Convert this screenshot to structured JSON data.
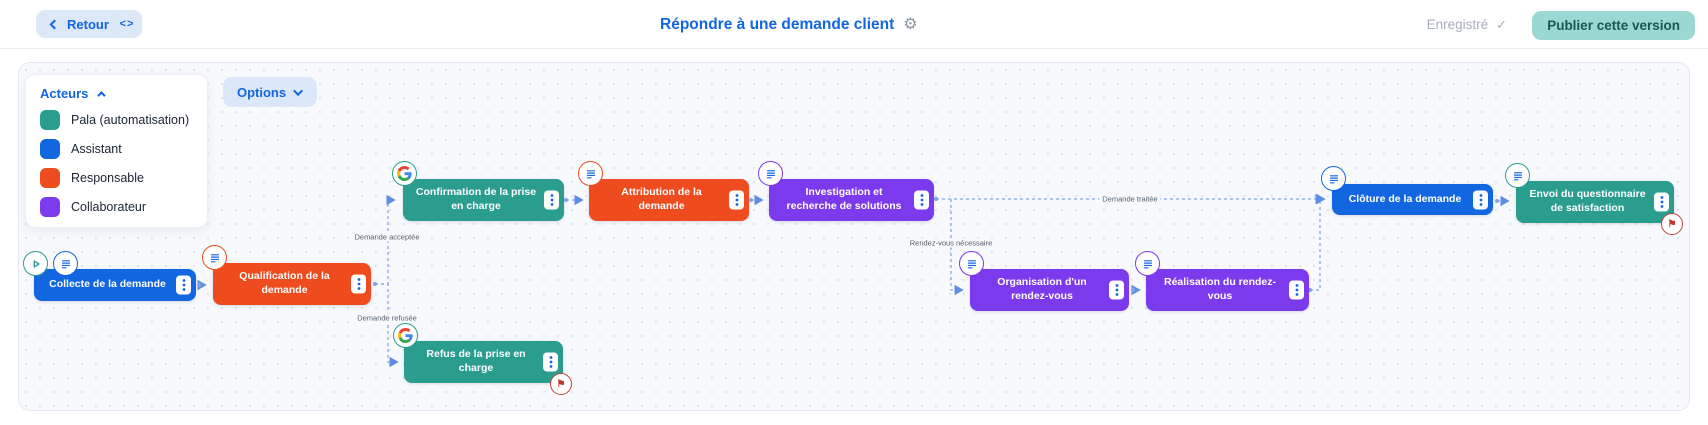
{
  "header": {
    "back": "Retour",
    "code_button": "<>",
    "title": "Répondre à une demande client",
    "saved": "Enregistré",
    "publish": "Publier cette version"
  },
  "toolbar": {
    "options": "Options"
  },
  "legend": {
    "title": "Acteurs",
    "items": [
      {
        "label": "Pala (automatisation)",
        "color": "#2A9D8F"
      },
      {
        "label": "Assistant",
        "color": "#1266E0"
      },
      {
        "label": "Responsable",
        "color": "#EE4B1F"
      },
      {
        "label": "Collaborateur",
        "color": "#7C3AED"
      }
    ]
  },
  "nodes": [
    {
      "label": "Collecte de la demande",
      "actor": "Assistant",
      "color": "#1266E0",
      "icons": [
        "play-icon",
        "chat-icon"
      ]
    },
    {
      "label": "Qualification de la demande",
      "actor": "Responsable",
      "color": "#EE4B1F",
      "icons": [
        "chat-icon"
      ]
    },
    {
      "label": "Confirmation de la prise en charge",
      "actor": "Pala (automatisation)",
      "color": "#2A9D8F",
      "icons": [
        "google-icon"
      ]
    },
    {
      "label": "Refus de la prise en charge",
      "actor": "Pala (automatisation)",
      "color": "#2A9D8F",
      "icons": [
        "google-icon"
      ],
      "end_flag": true
    },
    {
      "label": "Attribution de la demande",
      "actor": "Responsable",
      "color": "#EE4B1F",
      "icons": [
        "chat-icon"
      ]
    },
    {
      "label": "Investigation et recherche de solutions",
      "actor": "Collaborateur",
      "color": "#7C3AED",
      "icons": [
        "chat-icon"
      ]
    },
    {
      "label": "Organisation d'un rendez-vous",
      "actor": "Collaborateur",
      "color": "#7C3AED",
      "icons": [
        "chat-icon"
      ]
    },
    {
      "label": "Réalisation du rendez-vous",
      "actor": "Collaborateur",
      "color": "#7C3AED",
      "icons": [
        "chat-icon"
      ]
    },
    {
      "label": "Clôture de la demande",
      "actor": "Assistant",
      "color": "#1266E0",
      "icons": [
        "chat-icon"
      ]
    },
    {
      "label": "Envoi du questionnaire de satisfaction",
      "actor": "Pala (automatisation)",
      "color": "#2A9D8F",
      "icons": [
        "chat-icon"
      ],
      "end_flag": true
    }
  ],
  "edge_labels": {
    "accepted": "Demande acceptée",
    "refused": "Demande refusée",
    "treated": "Demande traitée",
    "meeting": "Rendez-vous nécessaire"
  }
}
